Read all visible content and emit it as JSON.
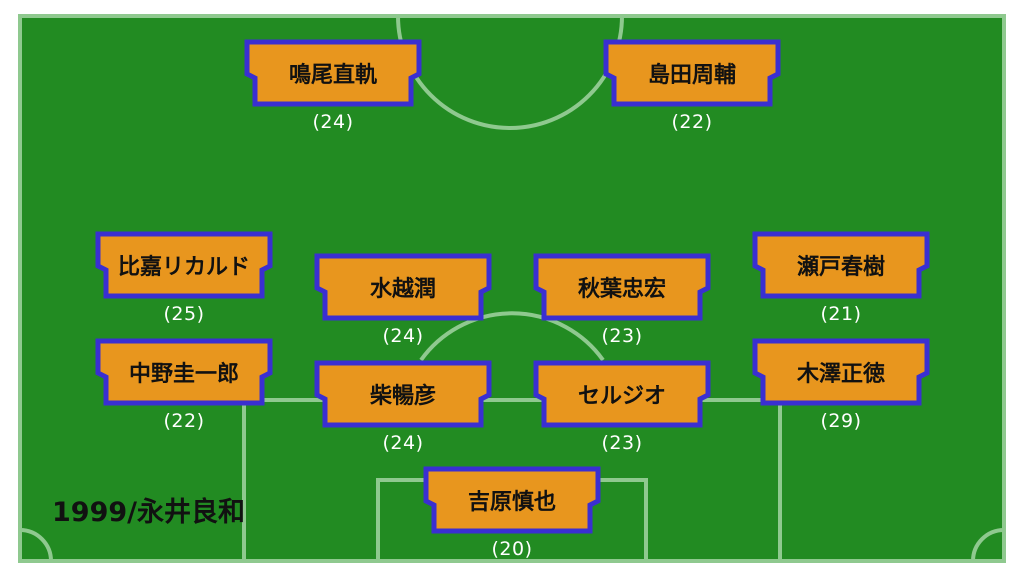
{
  "colors": {
    "pitch": "#228B22",
    "lines": "#8fc98f",
    "shirt_fill": "#E8961E",
    "shirt_border": "#3a2fd1"
  },
  "caption": "1999/永井良和",
  "players": [
    {
      "name": "鳴尾直軌",
      "age": "(24)"
    },
    {
      "name": "島田周輔",
      "age": "(22)"
    },
    {
      "name": "比嘉リカルド",
      "age": "(25)"
    },
    {
      "name": "水越潤",
      "age": "(24)"
    },
    {
      "name": "秋葉忠宏",
      "age": "(23)"
    },
    {
      "name": "瀬戸春樹",
      "age": "(21)"
    },
    {
      "name": "中野圭一郎",
      "age": "(22)"
    },
    {
      "name": "柴暢彦",
      "age": "(24)"
    },
    {
      "name": "セルジオ",
      "age": "(23)"
    },
    {
      "name": "木澤正徳",
      "age": "(29)"
    },
    {
      "name": "吉原慎也",
      "age": "(20)"
    }
  ]
}
